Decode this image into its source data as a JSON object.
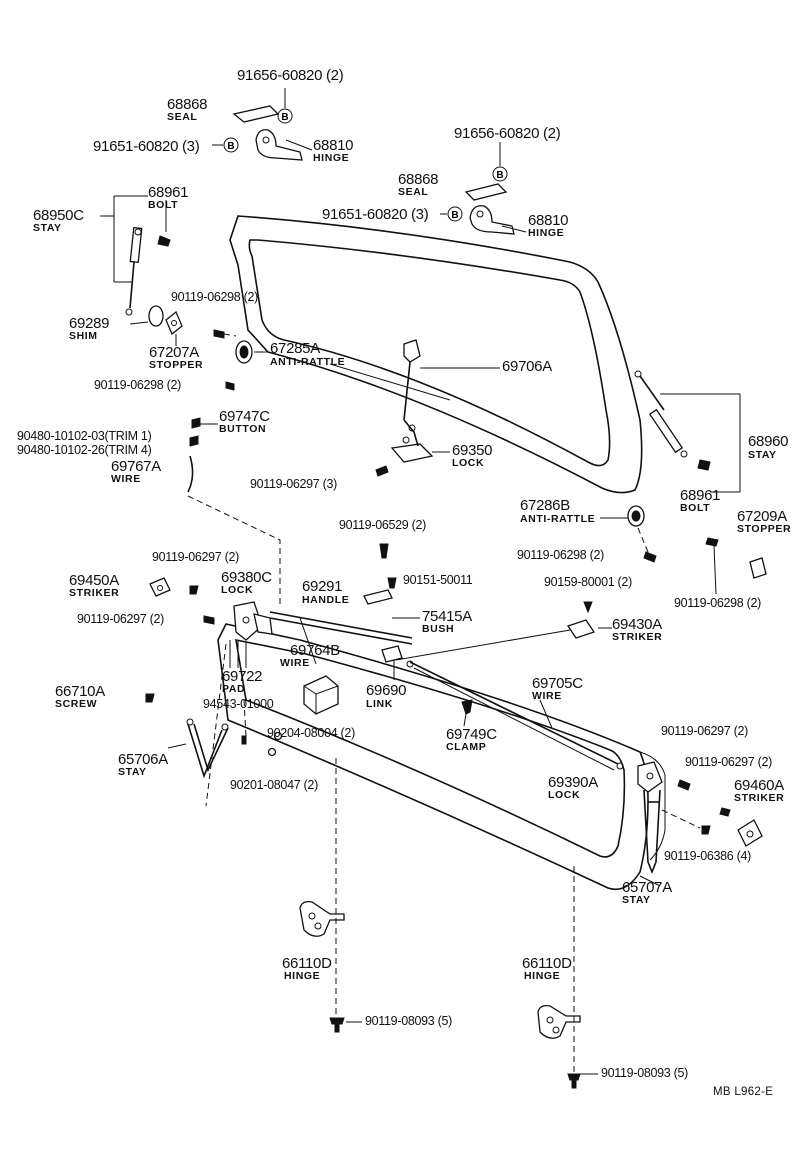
{
  "title_ref": "MB  L962-E",
  "parts": [
    {
      "pn": "91656-60820 (2)",
      "name": ""
    },
    {
      "pn": "68868",
      "name": "SEAL"
    },
    {
      "pn": "91651-60820 (3)",
      "name": ""
    },
    {
      "pn": "68810",
      "name": "HINGE"
    },
    {
      "pn": "91656-60820 (2)",
      "name": ""
    },
    {
      "pn": "68868",
      "name": "SEAL"
    },
    {
      "pn": "91651-60820 (3)",
      "name": ""
    },
    {
      "pn": "68810",
      "name": "HINGE"
    },
    {
      "pn": "68961",
      "name": "BOLT"
    },
    {
      "pn": "68950C",
      "name": "STAY"
    },
    {
      "pn": "90119-06298 (2)",
      "name": ""
    },
    {
      "pn": "69289",
      "name": "SHIM"
    },
    {
      "pn": "67207A",
      "name": "STOPPER"
    },
    {
      "pn": "67285A",
      "name": "ANTI-RATTLE"
    },
    {
      "pn": "69706A",
      "name": ""
    },
    {
      "pn": "90119-06298 (2)",
      "name": ""
    },
    {
      "pn": "69747C",
      "name": "BUTTON"
    },
    {
      "pn": "90480-10102-03(TRIM 1)",
      "name": ""
    },
    {
      "pn": "90480-10102-26(TRIM 4)",
      "name": ""
    },
    {
      "pn": "69767A",
      "name": "WIRE"
    },
    {
      "pn": "69350",
      "name": "LOCK"
    },
    {
      "pn": "90119-06297 (3)",
      "name": ""
    },
    {
      "pn": "68960",
      "name": "STAY"
    },
    {
      "pn": "68961",
      "name": "BOLT"
    },
    {
      "pn": "67286B",
      "name": "ANTI-RATTLE"
    },
    {
      "pn": "67209A",
      "name": "STOPPER"
    },
    {
      "pn": "90119-06529 (2)",
      "name": ""
    },
    {
      "pn": "90119-06298 (2)",
      "name": ""
    },
    {
      "pn": "90119-06297 (2)",
      "name": ""
    },
    {
      "pn": "69380C",
      "name": "LOCK"
    },
    {
      "pn": "69291",
      "name": "HANDLE"
    },
    {
      "pn": "90151-50011",
      "name": ""
    },
    {
      "pn": "69450A",
      "name": "STRIKER"
    },
    {
      "pn": "90159-80001 (2)",
      "name": ""
    },
    {
      "pn": "90119-06298 (2)",
      "name": ""
    },
    {
      "pn": "90119-06297 (2)",
      "name": ""
    },
    {
      "pn": "75415A",
      "name": "BUSH"
    },
    {
      "pn": "69430A",
      "name": "STRIKER"
    },
    {
      "pn": "69764B",
      "name": "WIRE"
    },
    {
      "pn": "69722",
      "name": "PAD"
    },
    {
      "pn": "69690",
      "name": "LINK"
    },
    {
      "pn": "69705C",
      "name": "WIRE"
    },
    {
      "pn": "66710A",
      "name": "SCREW"
    },
    {
      "pn": "94543-01000",
      "name": ""
    },
    {
      "pn": "69749C",
      "name": "CLAMP"
    },
    {
      "pn": "90204-08004 (2)",
      "name": ""
    },
    {
      "pn": "65706A",
      "name": "STAY"
    },
    {
      "pn": "90201-08047 (2)",
      "name": ""
    },
    {
      "pn": "90119-06297 (2)",
      "name": ""
    },
    {
      "pn": "90119-06297 (2)",
      "name": ""
    },
    {
      "pn": "69390A",
      "name": "LOCK"
    },
    {
      "pn": "69460A",
      "name": "STRIKER"
    },
    {
      "pn": "90119-06386 (4)",
      "name": ""
    },
    {
      "pn": "65707A",
      "name": "STAY"
    },
    {
      "pn": "66110D",
      "name": "HINGE"
    },
    {
      "pn": "66110D",
      "name": "HINGE"
    },
    {
      "pn": "90119-08093 (5)",
      "name": ""
    },
    {
      "pn": "90119-08093 (5)",
      "name": ""
    }
  ],
  "circle_marks": [
    "B",
    "B",
    "B",
    "B"
  ]
}
